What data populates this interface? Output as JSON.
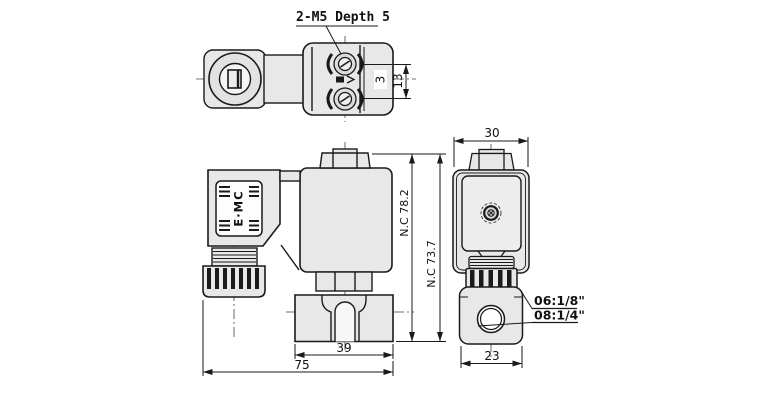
{
  "drawing": {
    "type": "solenoid-valve-technical-drawing",
    "colors": {
      "line": "#1a1a1a",
      "body_fill": "#e8e8e8",
      "face_fill": "#ededed",
      "background": "#ffffff",
      "centerline": "#444444"
    },
    "top_view": {
      "thread_callout": "2-M5 Depth 5",
      "dim_orifice": "3",
      "dim_hex": "13"
    },
    "front_view": {
      "brand_label": "E·MC",
      "dim_body_width": "39",
      "dim_overall_width": "75",
      "dim_height_closed": "N.C 73.7",
      "dim_height_open": "N.C 78.2"
    },
    "side_view": {
      "dim_coil_width": "30",
      "dim_body_depth": "23",
      "port_callout_top": "06:1/8\"",
      "port_callout_bottom": "08:1/4\""
    }
  }
}
